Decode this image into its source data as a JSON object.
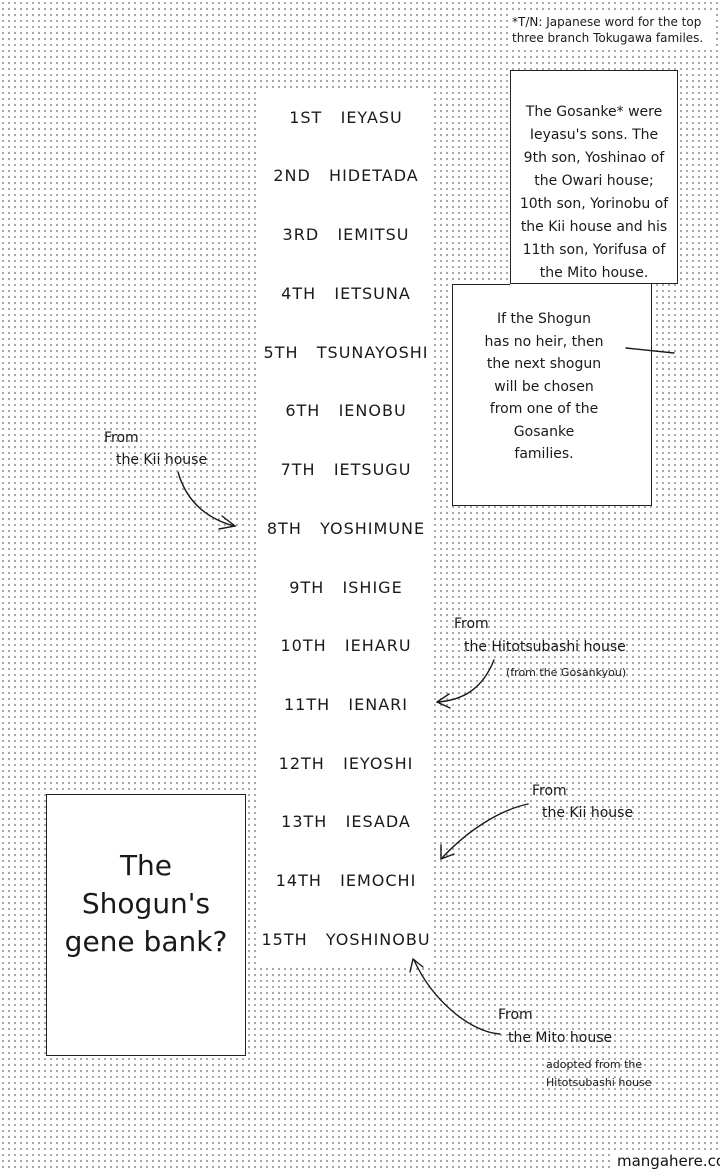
{
  "translator_note": "*T/N: Japanese word for the top three branch Tokugawa familes.",
  "shoguns": [
    {
      "ordinal": "1st",
      "name": "Ieyasu"
    },
    {
      "ordinal": "2nd",
      "name": "Hidetada"
    },
    {
      "ordinal": "3rd",
      "name": "Iemitsu"
    },
    {
      "ordinal": "4th",
      "name": "Ietsuna"
    },
    {
      "ordinal": "5th",
      "name": "Tsunayoshi"
    },
    {
      "ordinal": "6th",
      "name": "Ienobu"
    },
    {
      "ordinal": "7th",
      "name": "Ietsugu"
    },
    {
      "ordinal": "8th",
      "name": "Yoshimune"
    },
    {
      "ordinal": "9th",
      "name": "Ishige"
    },
    {
      "ordinal": "10th",
      "name": "Ieharu"
    },
    {
      "ordinal": "11th",
      "name": "Ienari"
    },
    {
      "ordinal": "12th",
      "name": "Ieyoshi"
    },
    {
      "ordinal": "13th",
      "name": "Iesada"
    },
    {
      "ordinal": "14th",
      "name": "Iemochi"
    },
    {
      "ordinal": "15th",
      "name": "Yoshinobu"
    }
  ],
  "gosanke_box": "The Gosanke* were Ieyasu's sons. The 9th son, Yoshinao of the Owari house; 10th son, Yorinobu of the Kii house and his 11th son, Yorifusa of the Mito house.",
  "no_heir_box": "If the Shogun has no heir, then the next shogun will be chosen from one of the Gosanke families.",
  "gene_bank_box": "The Shogun's gene bank?",
  "annotations": {
    "kii_8th_line1": "From",
    "kii_8th_line2": "the Kii house",
    "hitotsubashi_line1": "From",
    "hitotsubashi_line2": "the Hitotsubashi house",
    "hitotsubashi_line3": "(from the Gosankyou)",
    "kii_14th_line1": "From",
    "kii_14th_line2": "the Kii house",
    "mito_line1": "From",
    "mito_line2": "the Mito house",
    "mito_line3": "adopted from the",
    "mito_line4": "Hitotsubashi house"
  },
  "watermark": "mangahere.com"
}
